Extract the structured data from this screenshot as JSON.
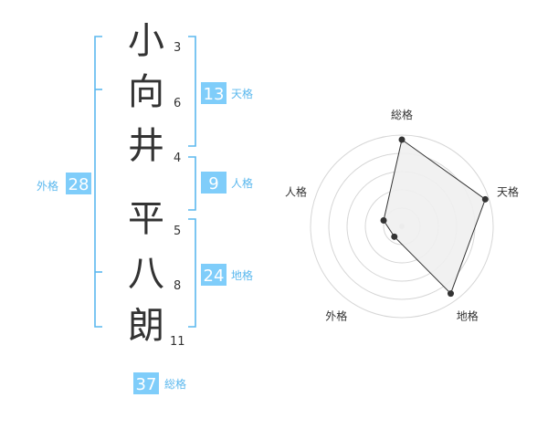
{
  "name": {
    "chars": [
      {
        "char": "小",
        "strokes": "3"
      },
      {
        "char": "向",
        "strokes": "6"
      },
      {
        "char": "井",
        "strokes": "4"
      },
      {
        "char": "平",
        "strokes": "5"
      },
      {
        "char": "八",
        "strokes": "8"
      },
      {
        "char": "朗",
        "strokes": "11"
      }
    ]
  },
  "kaku": {
    "tenkaku": {
      "value": "13",
      "label": "天格"
    },
    "jinkaku": {
      "value": "9",
      "label": "人格"
    },
    "chikaku": {
      "value": "24",
      "label": "地格"
    },
    "gaikaku": {
      "value": "28",
      "label": "外格"
    },
    "soukaku": {
      "value": "37",
      "label": "総格"
    }
  },
  "colors": {
    "accent": "#5bb8ee",
    "badge_bg": "#7fcdfa",
    "text": "#333333",
    "radar_fill": "#f0f0f0",
    "radar_ring": "#d6d6d6"
  },
  "chart_data": {
    "type": "radar",
    "axes": [
      "総格",
      "天格",
      "地格",
      "外格",
      "人格"
    ],
    "values": [
      0.95,
      0.96,
      0.91,
      0.14,
      0.21
    ],
    "range": [
      0,
      1
    ],
    "rings": 5
  }
}
